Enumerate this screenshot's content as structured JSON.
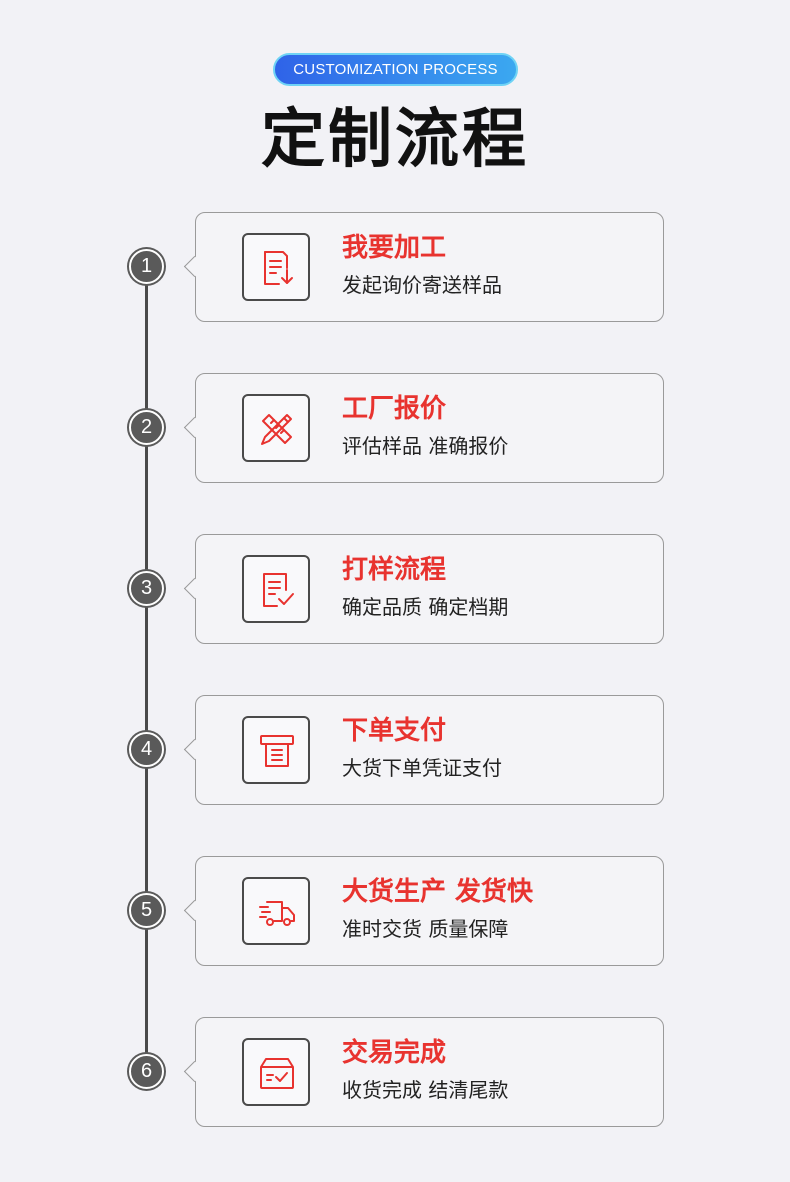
{
  "header": {
    "badge": "CUSTOMIZATION PROCESS",
    "title": "定制流程"
  },
  "steps": [
    {
      "number": "1",
      "title": "我要加工",
      "desc": "发起询价寄送样品",
      "icon": "document-download-icon"
    },
    {
      "number": "2",
      "title": "工厂报价",
      "desc": "评估样品 准确报价",
      "icon": "ruler-pencil-icon"
    },
    {
      "number": "3",
      "title": "打样流程",
      "desc": "确定品质 确定档期",
      "icon": "document-check-icon"
    },
    {
      "number": "4",
      "title": "下单支付",
      "desc": "大货下单凭证支付",
      "icon": "receipt-icon"
    },
    {
      "number": "5",
      "title": "大货生产 发货快",
      "desc": "准时交货 质量保障",
      "icon": "delivery-truck-icon"
    },
    {
      "number": "6",
      "title": "交易完成",
      "desc": "收货完成 结清尾款",
      "icon": "box-check-icon"
    }
  ],
  "colors": {
    "accent": "#e8332f",
    "badge_start": "#2f63e8",
    "badge_end": "#3ba8f0",
    "timeline": "#5a5a5a"
  }
}
